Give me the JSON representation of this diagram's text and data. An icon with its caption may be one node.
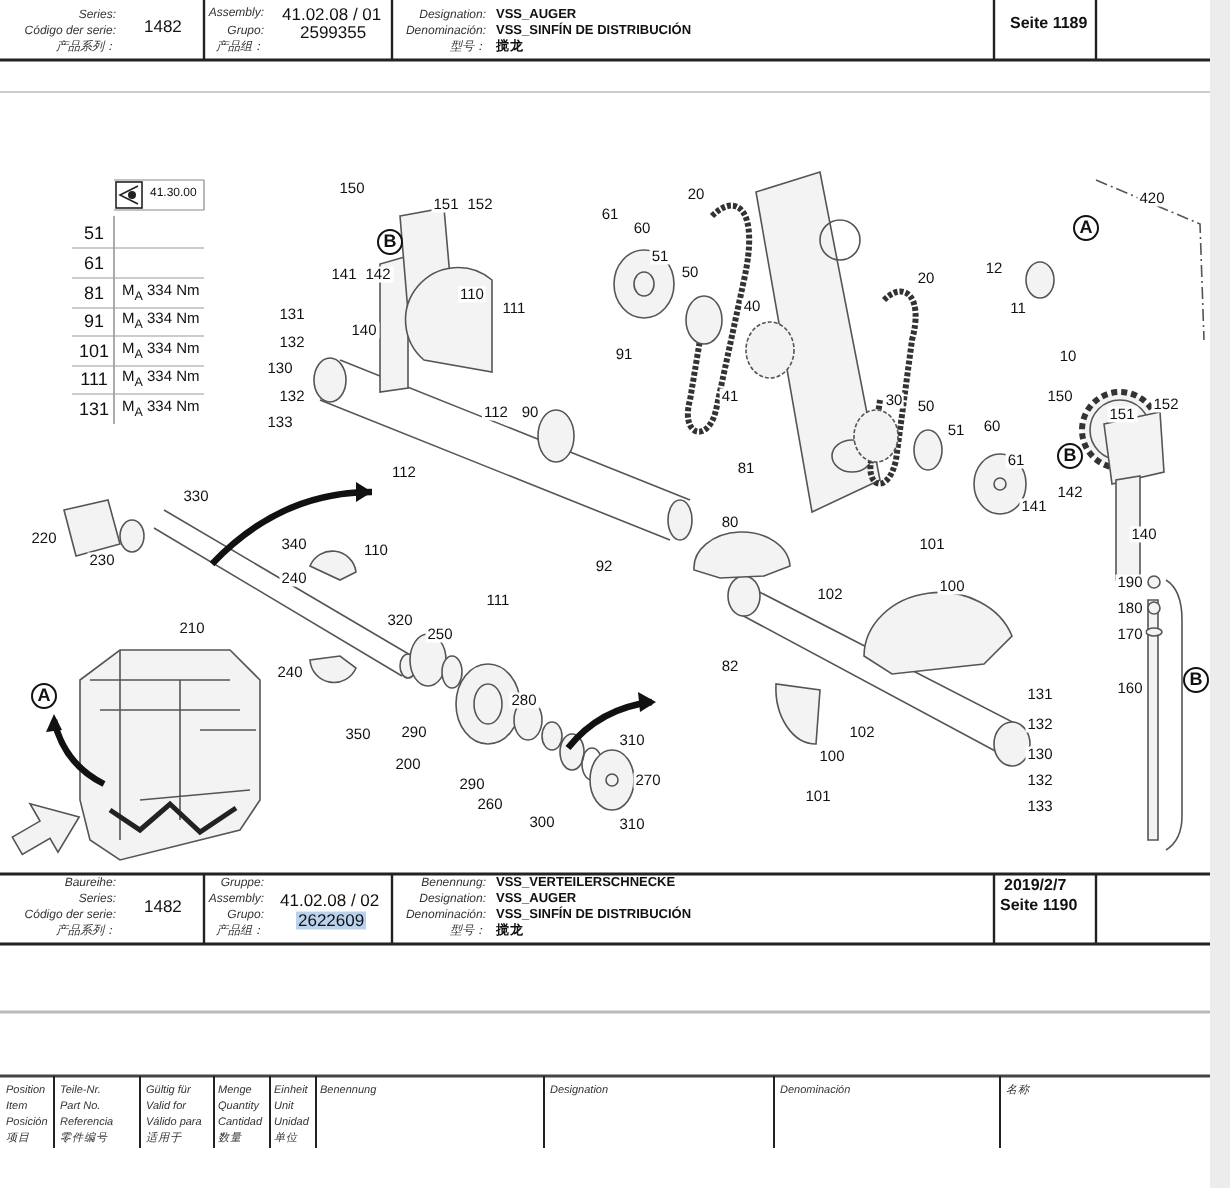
{
  "diagram": {
    "labels": [
      "Series:",
      "Código der serie:",
      "产品系列：",
      "1482",
      "Assembly:",
      "Grupo:",
      "产品组：",
      "41.02.08 / 01",
      "2599355",
      "Designation:",
      "Denominación:",
      "型号：",
      "VSS_AUGER",
      "VSS_SINFÍN DE DISTRIBUCIÓN",
      "搅龙",
      "Seite 1189",
      "41.30.00",
      "51",
      "61",
      "81",
      "M$_{A}$ 334 Nm",
      "91",
      "M$_{A}$ 334 Nm",
      "101",
      "M$_{A}$ 334 Nm",
      "111",
      "M$_{A}$ 334 Nm",
      "131",
      "M$_{A}$ 334 Nm",
      "150",
      "20",
      "420",
      "151",
      "152",
      "61",
      "60",
      "A",
      "B",
      "51",
      "12",
      "50",
      "141",
      "142",
      "20",
      "110",
      "40",
      "11",
      "111",
      "131",
      "140",
      "132",
      "91",
      "10",
      "130",
      "150",
      "41",
      "132",
      "30",
      "152",
      "50",
      "112",
      "90",
      "151",
      "133",
      "60",
      "51",
      "B",
      "61",
      "81",
      "112",
      "142",
      "330",
      "141",
      "80",
      "140",
      "220",
      "101",
      "340",
      "110",
      "230",
      "92",
      "240",
      "190",
      "100",
      "102",
      "111",
      "180",
      "320",
      "210",
      "170",
      "250",
      "82",
      "240",
      "B",
      "160",
      "131",
      "A",
      "280",
      "132",
      "102",
      "350",
      "290",
      "310",
      "130",
      "100",
      "200",
      "270",
      "132",
      "290",
      "101",
      "260",
      "133",
      "300",
      "310",
      "Baureihe:",
      "Series:",
      "Código der serie:",
      "产品系列：",
      "1482",
      "Gruppe:",
      "Assembly:",
      "Grupo:",
      "产品组：",
      "41.02.08 / 02",
      "2622609",
      "Benennung:",
      "Designation:",
      "Denominación:",
      "型号：",
      "VSS_VERTEILERSCHNECKE",
      "VSS_AUGER",
      "VSS_SINFÍN DE DISTRIBUCIÓN",
      "搅龙",
      "2019/2/7",
      "Seite 1190",
      "Position",
      "Item",
      "Posición",
      "项目",
      "Teile-Nr.",
      "Part No.",
      "Referencia",
      "零件编号",
      "Gültig für",
      "Valid for",
      "Válido para",
      "适用于",
      "Menge",
      "Quantity",
      "Cantidad",
      "数量",
      "Einheit",
      "Unit",
      "Unidad",
      "单位",
      "Benennung",
      "Designation",
      "Denominación",
      "名称"
    ]
  }
}
